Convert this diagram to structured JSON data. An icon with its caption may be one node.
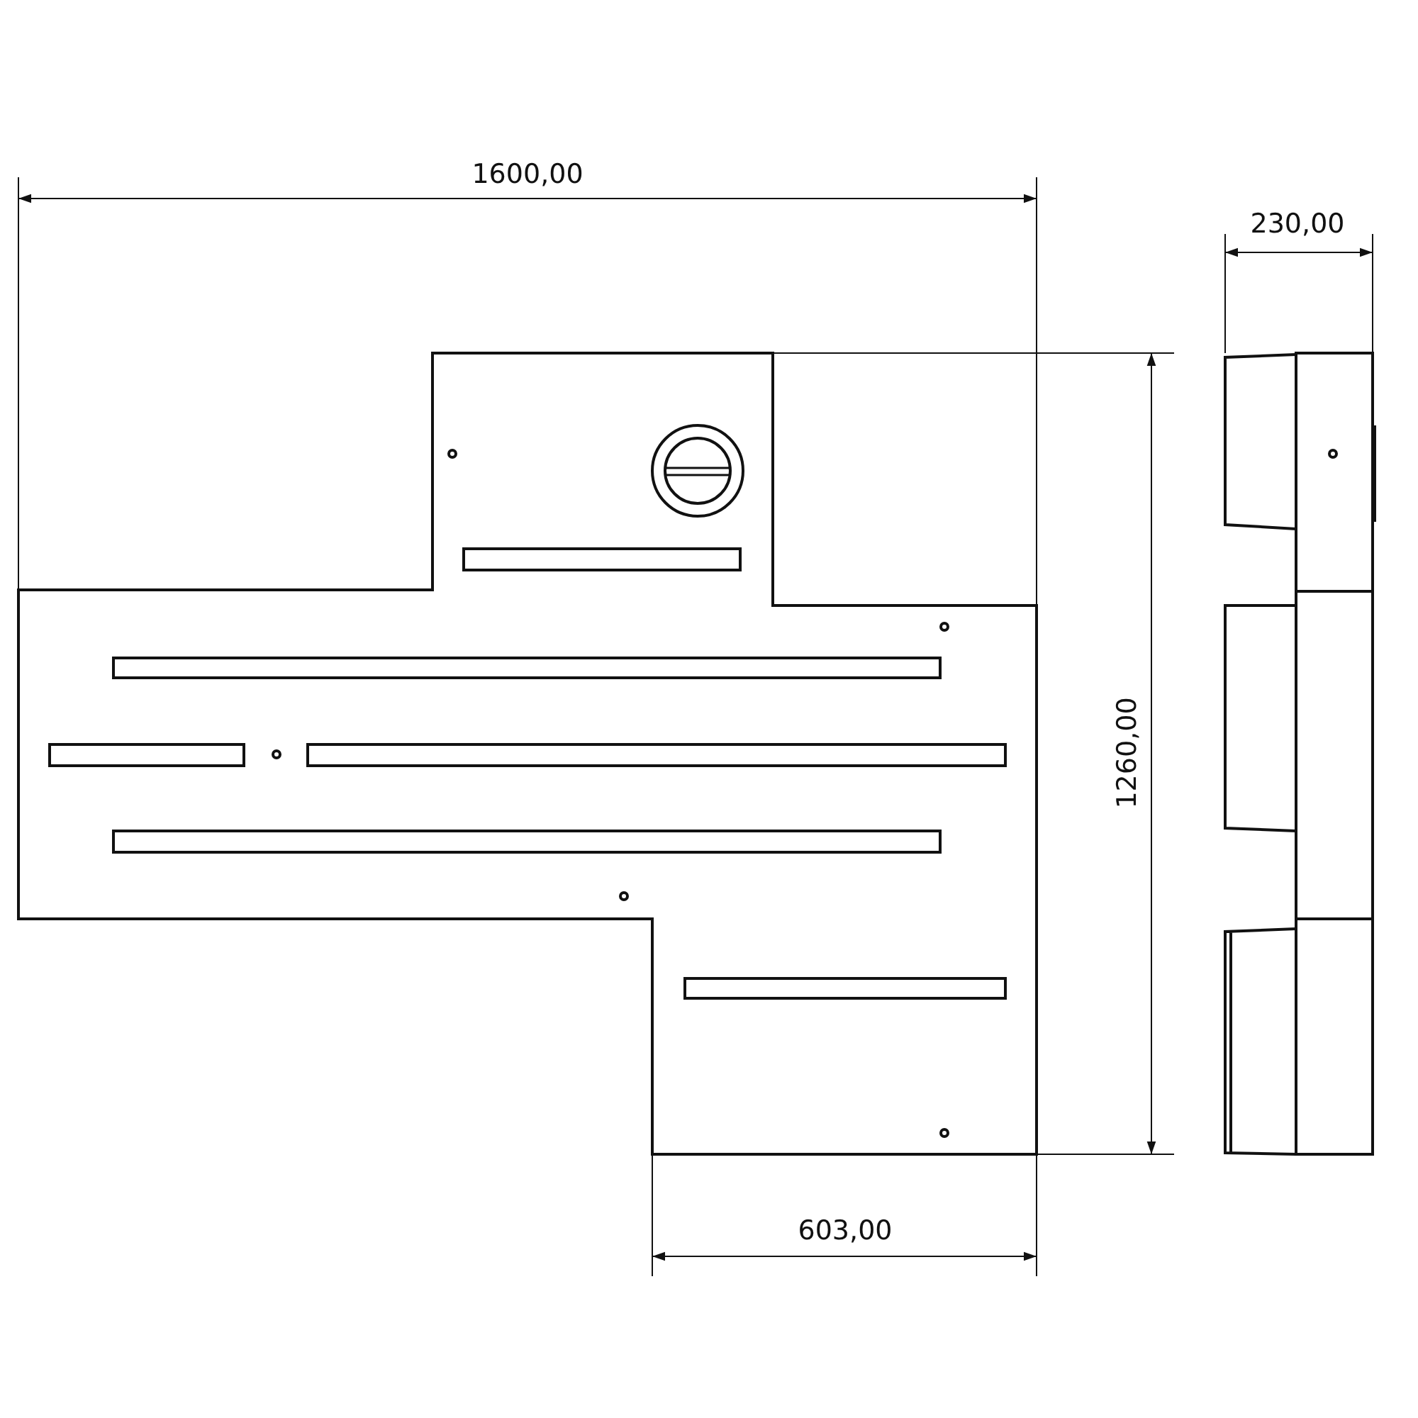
{
  "diagram": {
    "labels": [
      "1600,00",
      "230,00",
      "1260,00",
      "603,00"
    ]
  }
}
